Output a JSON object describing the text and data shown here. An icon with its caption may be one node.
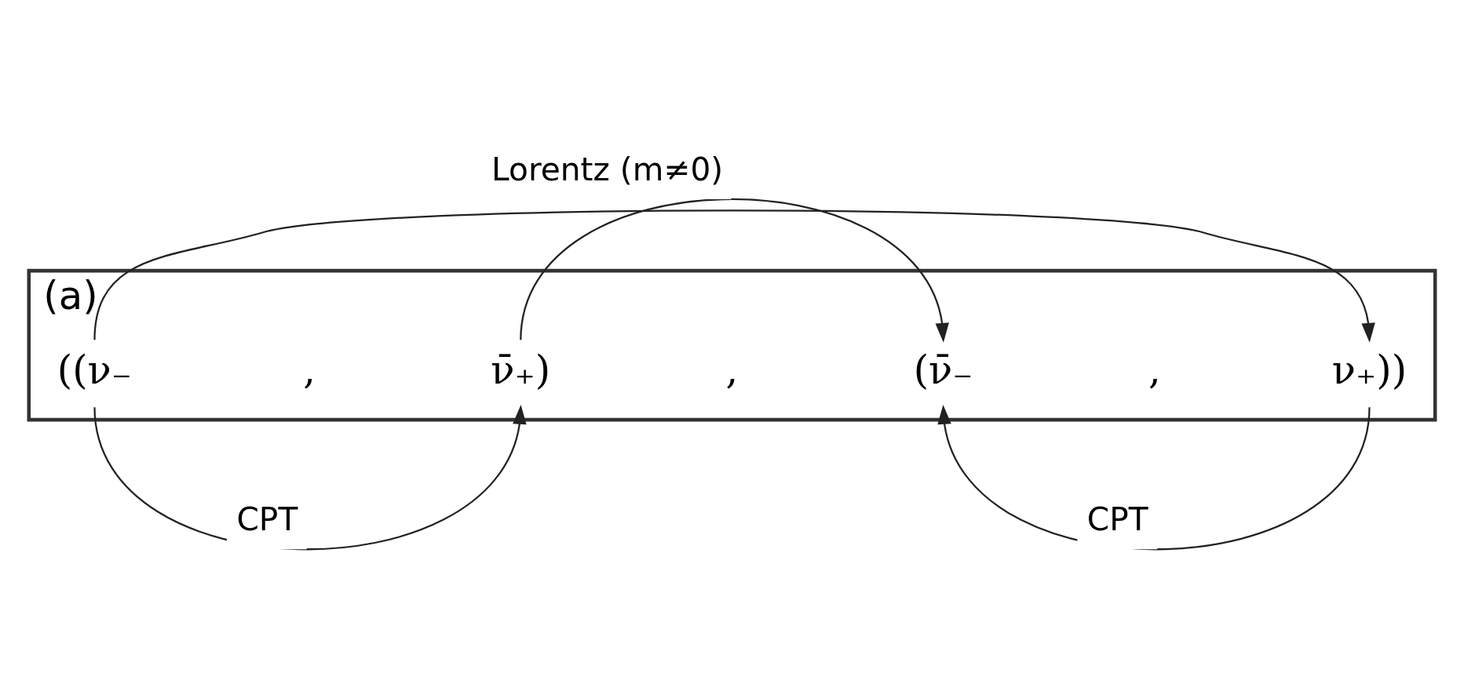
{
  "diagram": {
    "nodes": [
      {
        "text": [
          "(a)"
        ]
      },
      {
        "text": [
          "((ν₋"
        ],
        "in": 0
      },
      {
        "text": [
          "ν̄₊)"
        ],
        "in": 0
      },
      {
        "text": [
          "(ν̄₋"
        ],
        "in": 0
      },
      {
        "text": [
          "ν₊))"
        ],
        "in": 0
      }
    ],
    "edges": [
      {
        "from": 1,
        "to": 4,
        "arrow": "to"
      },
      {
        "from": 2,
        "to": 3,
        "arrow": "to",
        "label": "Lorentz (m≠0)"
      },
      {
        "from": 1,
        "to": 2,
        "arrow": "to",
        "label": "CPT"
      },
      {
        "from": 4,
        "to": 3,
        "arrow": "to",
        "label": "CPT"
      }
    ],
    "labels": [
      ",",
      ",",
      ","
    ]
  }
}
